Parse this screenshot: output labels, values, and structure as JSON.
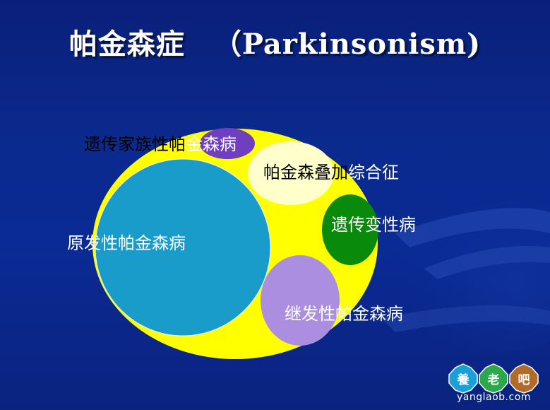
{
  "slide": {
    "title_cn": "帕金森症",
    "title_en": "（Parkinsonism)"
  },
  "diagram": {
    "outer_color": "#ffff00",
    "regions": [
      {
        "id": "primary",
        "label": "原发性帕金森病",
        "color": "#1a9ccb"
      },
      {
        "id": "familial",
        "label_dark": "遗传家族性帕",
        "label_light": "金森病",
        "color": "#6f3fbf"
      },
      {
        "id": "plus",
        "label_dark": "帕金森叠加",
        "label_light": "综合征",
        "color": "#ffffcc"
      },
      {
        "id": "hereditary",
        "label": "遗传变性病",
        "color": "#0a8a0a"
      },
      {
        "id": "secondary",
        "label": "继发性帕金森病",
        "color": "#ab8ee0"
      }
    ]
  },
  "watermark": {
    "logo_chars": [
      "養",
      "老",
      "吧"
    ],
    "text": "yanglaob.com"
  }
}
